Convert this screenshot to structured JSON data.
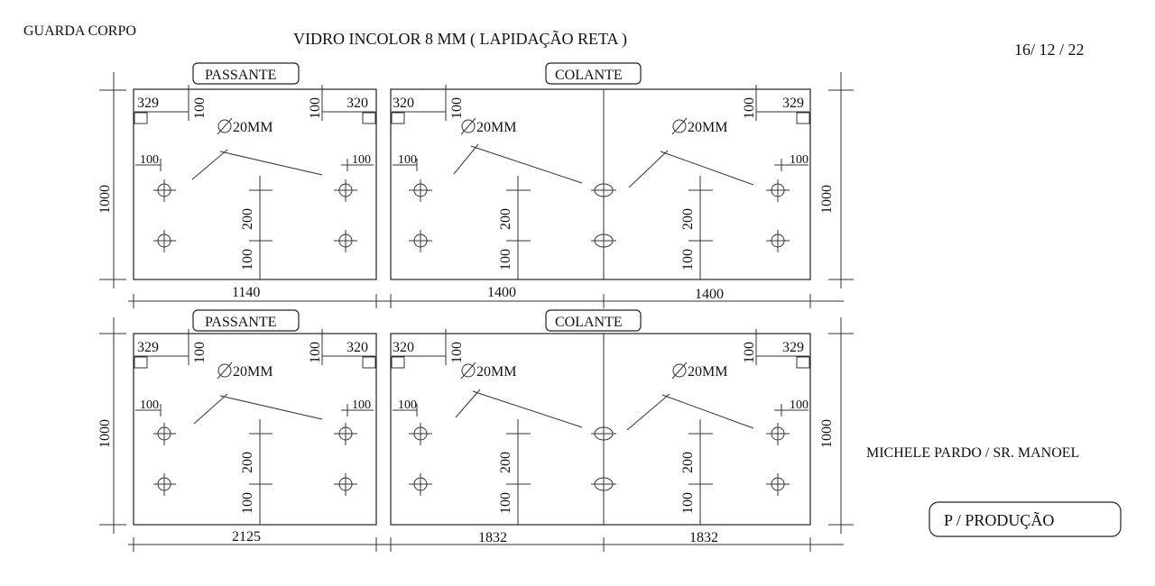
{
  "header": {
    "left_title": "GUARDA CORPO",
    "center_title": "VIDRO INCOLOR  8 MM ( LAPIDAÇÃO RETA )",
    "date": "16/ 12 / 22"
  },
  "client": "MICHELE PARDO  / SR. MANOEL",
  "production_badge": "P / PRODUÇÃO",
  "top_row": {
    "passante_label": "PASSANTE",
    "colante_label": "COLANTE",
    "height_left": "1000",
    "height_right": "1000",
    "width_passante": "1140",
    "width_colante_left": "1400",
    "width_colante_right": "1400"
  },
  "bottom_row": {
    "passante_label": "PASSANTE",
    "colante_label": "COLANTE",
    "height_left": "1000",
    "height_right": "1000",
    "width_passante": "2125",
    "width_colante_left": "1832",
    "width_colante_right": "1832"
  },
  "details": {
    "hole": "20MM",
    "corner_329": "329",
    "corner_320": "320",
    "corner_100": "100",
    "dim_200": "200",
    "dim_100": "100"
  }
}
